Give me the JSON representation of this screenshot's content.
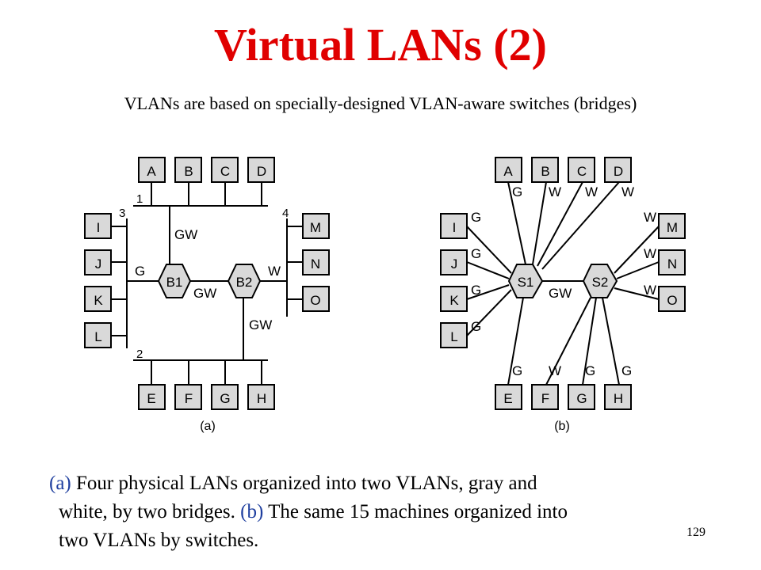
{
  "slide": {
    "title": "Virtual LANs (2)",
    "subtitle": "VLANs are based on specially-designed VLAN-aware switches (bridges)",
    "page_number": "129"
  },
  "caption": {
    "ref_a": "(a)",
    "line1_rest": " Four physical LANs organized into two VLANs, gray and",
    "line2_start": "white, by two bridges.  ",
    "ref_b": "(b)",
    "line2_rest": " The same 15 machines organized into",
    "line3": "two VLANs by switches."
  },
  "diagram_a": {
    "label": "(a)",
    "machines": [
      "A",
      "B",
      "C",
      "D",
      "I",
      "J",
      "K",
      "L",
      "M",
      "N",
      "O",
      "E",
      "F",
      "G",
      "H"
    ],
    "lan_numbers": [
      "1",
      "2",
      "3",
      "4"
    ],
    "bridges": [
      "B1",
      "B2"
    ],
    "port_labels": {
      "top": "GW",
      "left": "G",
      "middle": "GW",
      "right": "W",
      "bottom": "GW"
    }
  },
  "diagram_b": {
    "label": "(b)",
    "machines": [
      "A",
      "B",
      "C",
      "D",
      "I",
      "J",
      "K",
      "L",
      "M",
      "N",
      "O",
      "E",
      "F",
      "G",
      "H"
    ],
    "switches": [
      "S1",
      "S2"
    ],
    "trunk_label": "GW",
    "top_vlans": [
      "G",
      "W",
      "W",
      "W"
    ],
    "left_vlans": [
      "G",
      "G",
      "G",
      "G"
    ],
    "right_vlans": [
      "W",
      "W",
      "W"
    ],
    "bottom_vlans": [
      "G",
      "W",
      "G",
      "G"
    ]
  }
}
